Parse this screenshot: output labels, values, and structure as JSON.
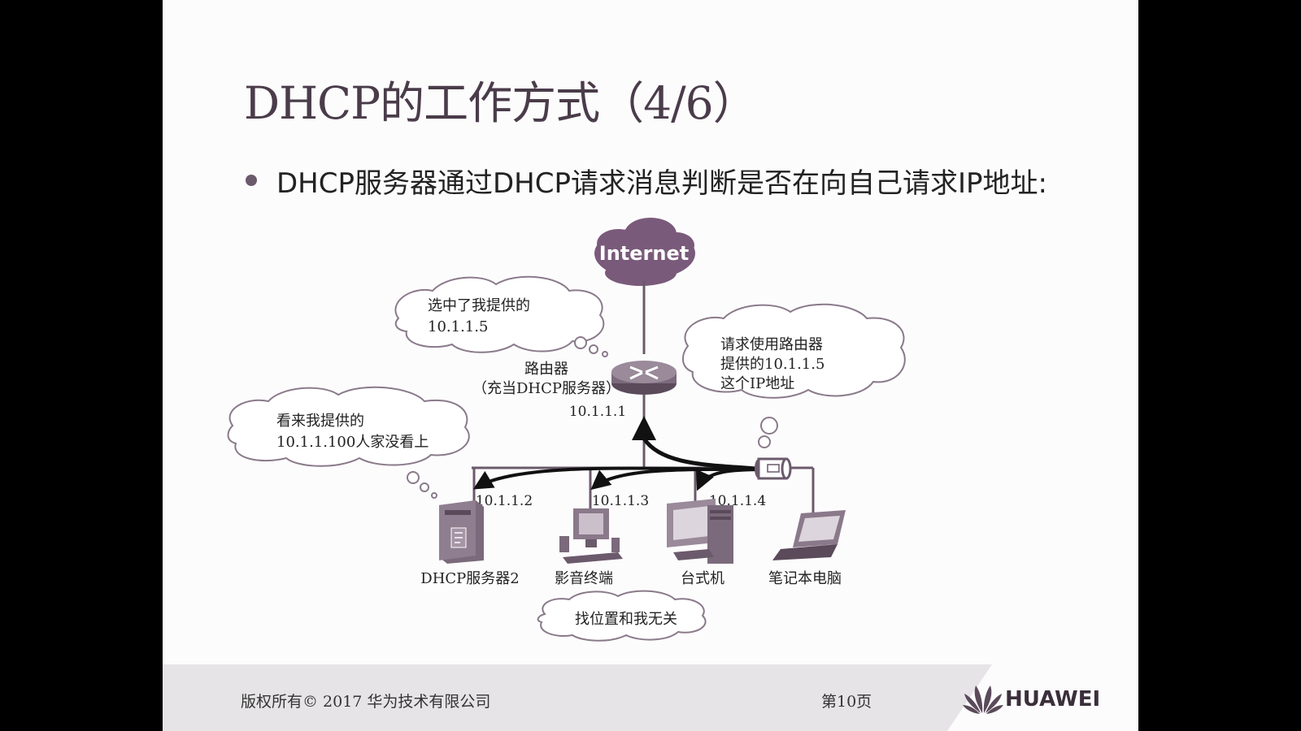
{
  "slide": {
    "title": "DHCP的工作方式（4/6）",
    "bullet": "DHCP服务器通过DHCP请求消息判断是否在向自己请求IP地址:"
  },
  "diagram": {
    "internet_label": "Internet",
    "router": {
      "label_line1": "路由器",
      "label_line2": "（充当DHCP服务器）",
      "ip": "10.1.1.1"
    },
    "devices": [
      {
        "name": "DHCP服务器2",
        "ip": "10.1.1.2"
      },
      {
        "name": "影音终端",
        "ip": "10.1.1.3"
      },
      {
        "name": "台式机",
        "ip": "10.1.1.4"
      },
      {
        "name": "笔记本电脑",
        "ip": ""
      }
    ],
    "bubbles": {
      "router_thought": [
        "选中了我提供的",
        "10.1.1.5"
      ],
      "server2_thought": [
        "看来我提供的",
        "10.1.1.100人家没看上"
      ],
      "laptop_thought": [
        "请求使用路由器",
        "提供的10.1.1.5",
        "这个IP地址"
      ],
      "others_thought": "找位置和我无关"
    }
  },
  "footer": {
    "copyright": "版权所有© 2017 华为技术有限公司",
    "page": "第10页",
    "brand": "HUAWEI"
  },
  "colors": {
    "background": "#fdfcfd",
    "footer_band": "#e6e4e6",
    "title": "#4a3c4a",
    "internet_cloud": "#7a5a7a"
  }
}
